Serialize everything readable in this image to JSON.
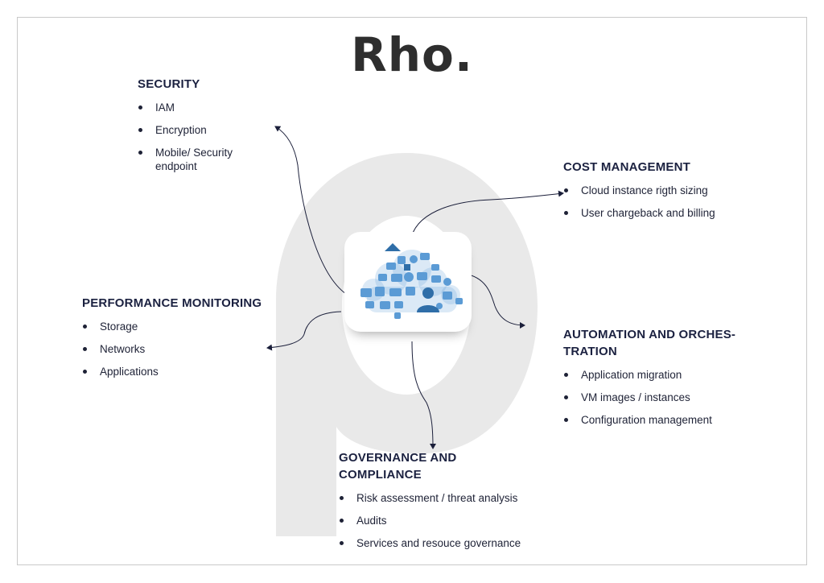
{
  "logo": {
    "text": "Rho."
  },
  "colors": {
    "text": "#1b2140",
    "watermark": "#e9e9e9",
    "icon_blue": "#5b9bd5",
    "icon_dark_blue": "#2f6ea8",
    "arrow": "#1b1f3a"
  },
  "sections": {
    "security": {
      "title": "SECURITY",
      "items": [
        "IAM",
        "Encryption",
        "Mobile/ Security endpoint"
      ]
    },
    "cost": {
      "title": "COST MANAGEMENT",
      "items": [
        "Cloud instance rigth sizing",
        "User chargeback and billing"
      ]
    },
    "performance": {
      "title": "PERFORMANCE MONITORING",
      "items": [
        "Storage",
        "Networks",
        "Applications"
      ]
    },
    "automation": {
      "title": "AUTOMATION AND ORCHES- TRATION",
      "items": [
        "Application migration",
        "VM images / instances",
        "Configuration management"
      ]
    },
    "governance": {
      "title": "GOVERNANCE AND COMPLIANCE",
      "items": [
        "Risk assessment / threat analysis",
        "Audits",
        "Services and resouce governance"
      ]
    }
  },
  "icons": {
    "watermark": "rho-letter-watermark-icon",
    "center": "cloud-of-social-icons-icon"
  }
}
